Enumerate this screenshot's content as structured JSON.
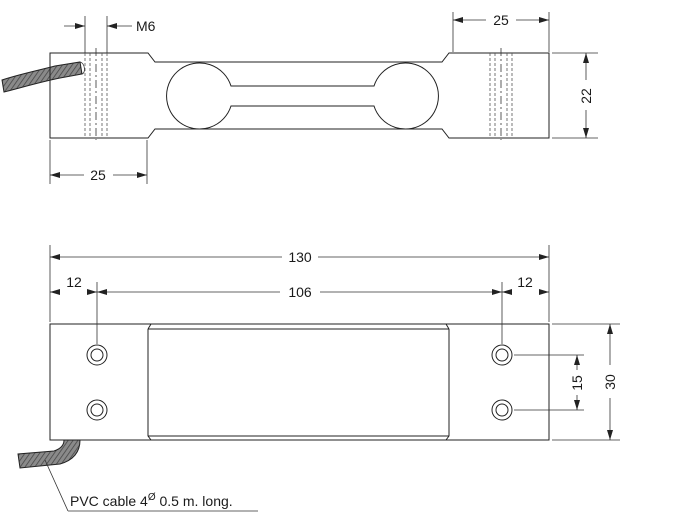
{
  "top_view": {
    "thread_label": "M6",
    "dim_right_length": "25",
    "dim_left_length": "25",
    "dim_height": "22"
  },
  "bottom_view": {
    "dim_total_length": "130",
    "dim_left_offset": "12",
    "dim_hole_spacing": "106",
    "dim_right_offset": "12",
    "dim_hole_pitch": "15",
    "dim_width": "30"
  },
  "cable_note": {
    "prefix": "PVC cable 4",
    "diameter_symbol": "Ø",
    "suffix": " 0.5 m. long."
  }
}
